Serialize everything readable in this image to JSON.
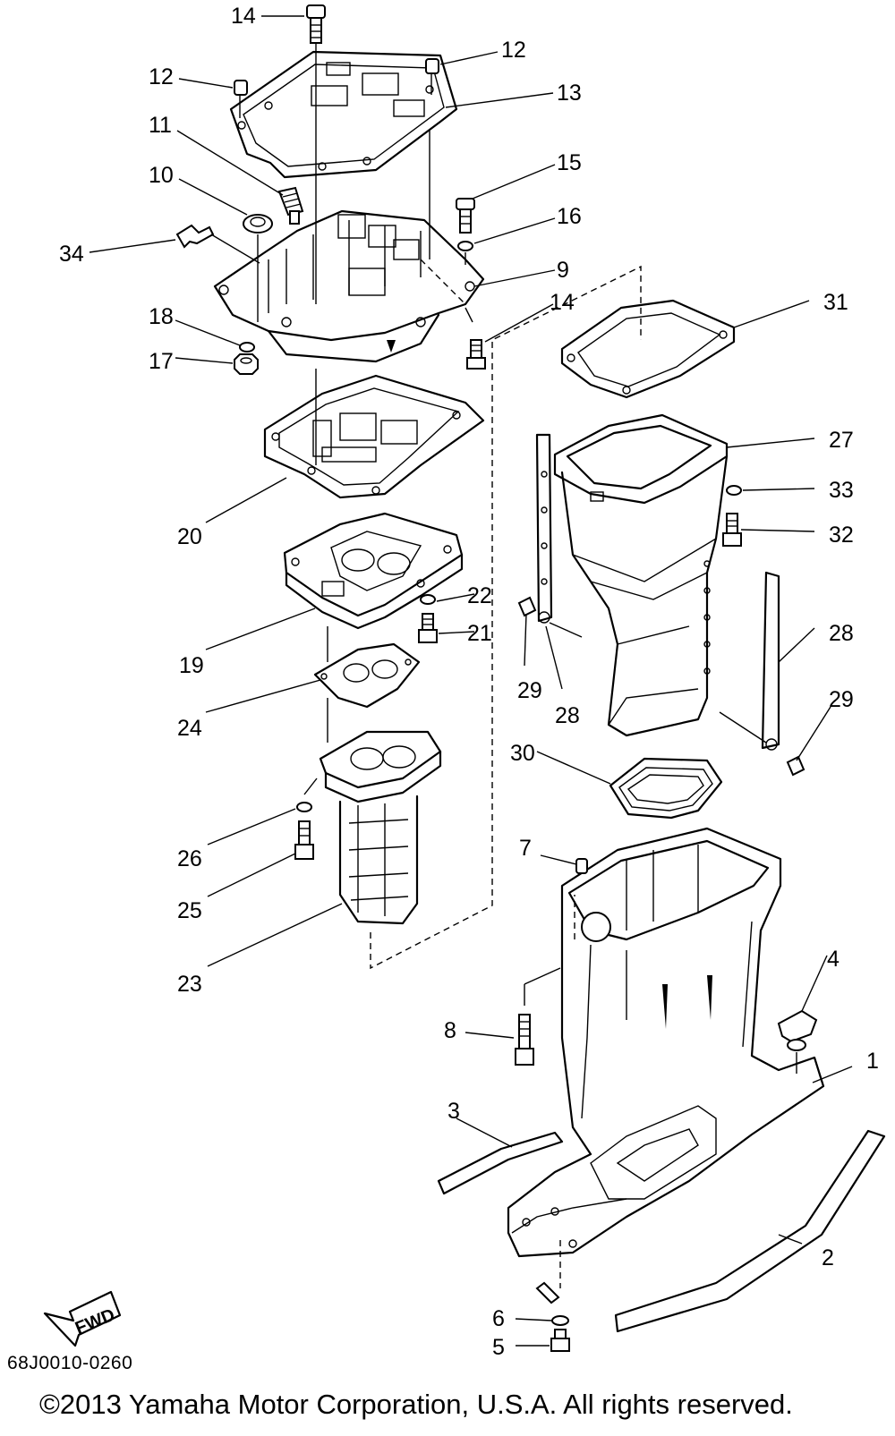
{
  "diagram": {
    "code": "68J0010-0260",
    "copyright": "©2013 Yamaha Motor Corporation, U.S.A. All rights reserved.",
    "fwd_label": "FWD",
    "callouts": [
      {
        "id": "c1",
        "text": "1"
      },
      {
        "id": "c2",
        "text": "2"
      },
      {
        "id": "c3",
        "text": "3"
      },
      {
        "id": "c4",
        "text": "4"
      },
      {
        "id": "c5",
        "text": "5"
      },
      {
        "id": "c6",
        "text": "6"
      },
      {
        "id": "c7",
        "text": "7"
      },
      {
        "id": "c8",
        "text": "8"
      },
      {
        "id": "c9",
        "text": "9"
      },
      {
        "id": "c10",
        "text": "10"
      },
      {
        "id": "c11",
        "text": "11"
      },
      {
        "id": "c12a",
        "text": "12"
      },
      {
        "id": "c12b",
        "text": "12"
      },
      {
        "id": "c13",
        "text": "13"
      },
      {
        "id": "c14a",
        "text": "14"
      },
      {
        "id": "c14b",
        "text": "14"
      },
      {
        "id": "c15",
        "text": "15"
      },
      {
        "id": "c16",
        "text": "16"
      },
      {
        "id": "c17",
        "text": "17"
      },
      {
        "id": "c18",
        "text": "18"
      },
      {
        "id": "c19",
        "text": "19"
      },
      {
        "id": "c20",
        "text": "20"
      },
      {
        "id": "c21",
        "text": "21"
      },
      {
        "id": "c22",
        "text": "22"
      },
      {
        "id": "c23",
        "text": "23"
      },
      {
        "id": "c24",
        "text": "24"
      },
      {
        "id": "c25",
        "text": "25"
      },
      {
        "id": "c26",
        "text": "26"
      },
      {
        "id": "c27",
        "text": "27"
      },
      {
        "id": "c28a",
        "text": "28"
      },
      {
        "id": "c28b",
        "text": "28"
      },
      {
        "id": "c29a",
        "text": "29"
      },
      {
        "id": "c29b",
        "text": "29"
      },
      {
        "id": "c30",
        "text": "30"
      },
      {
        "id": "c31",
        "text": "31"
      },
      {
        "id": "c32",
        "text": "32"
      },
      {
        "id": "c33",
        "text": "33"
      },
      {
        "id": "c34",
        "text": "34"
      }
    ]
  }
}
